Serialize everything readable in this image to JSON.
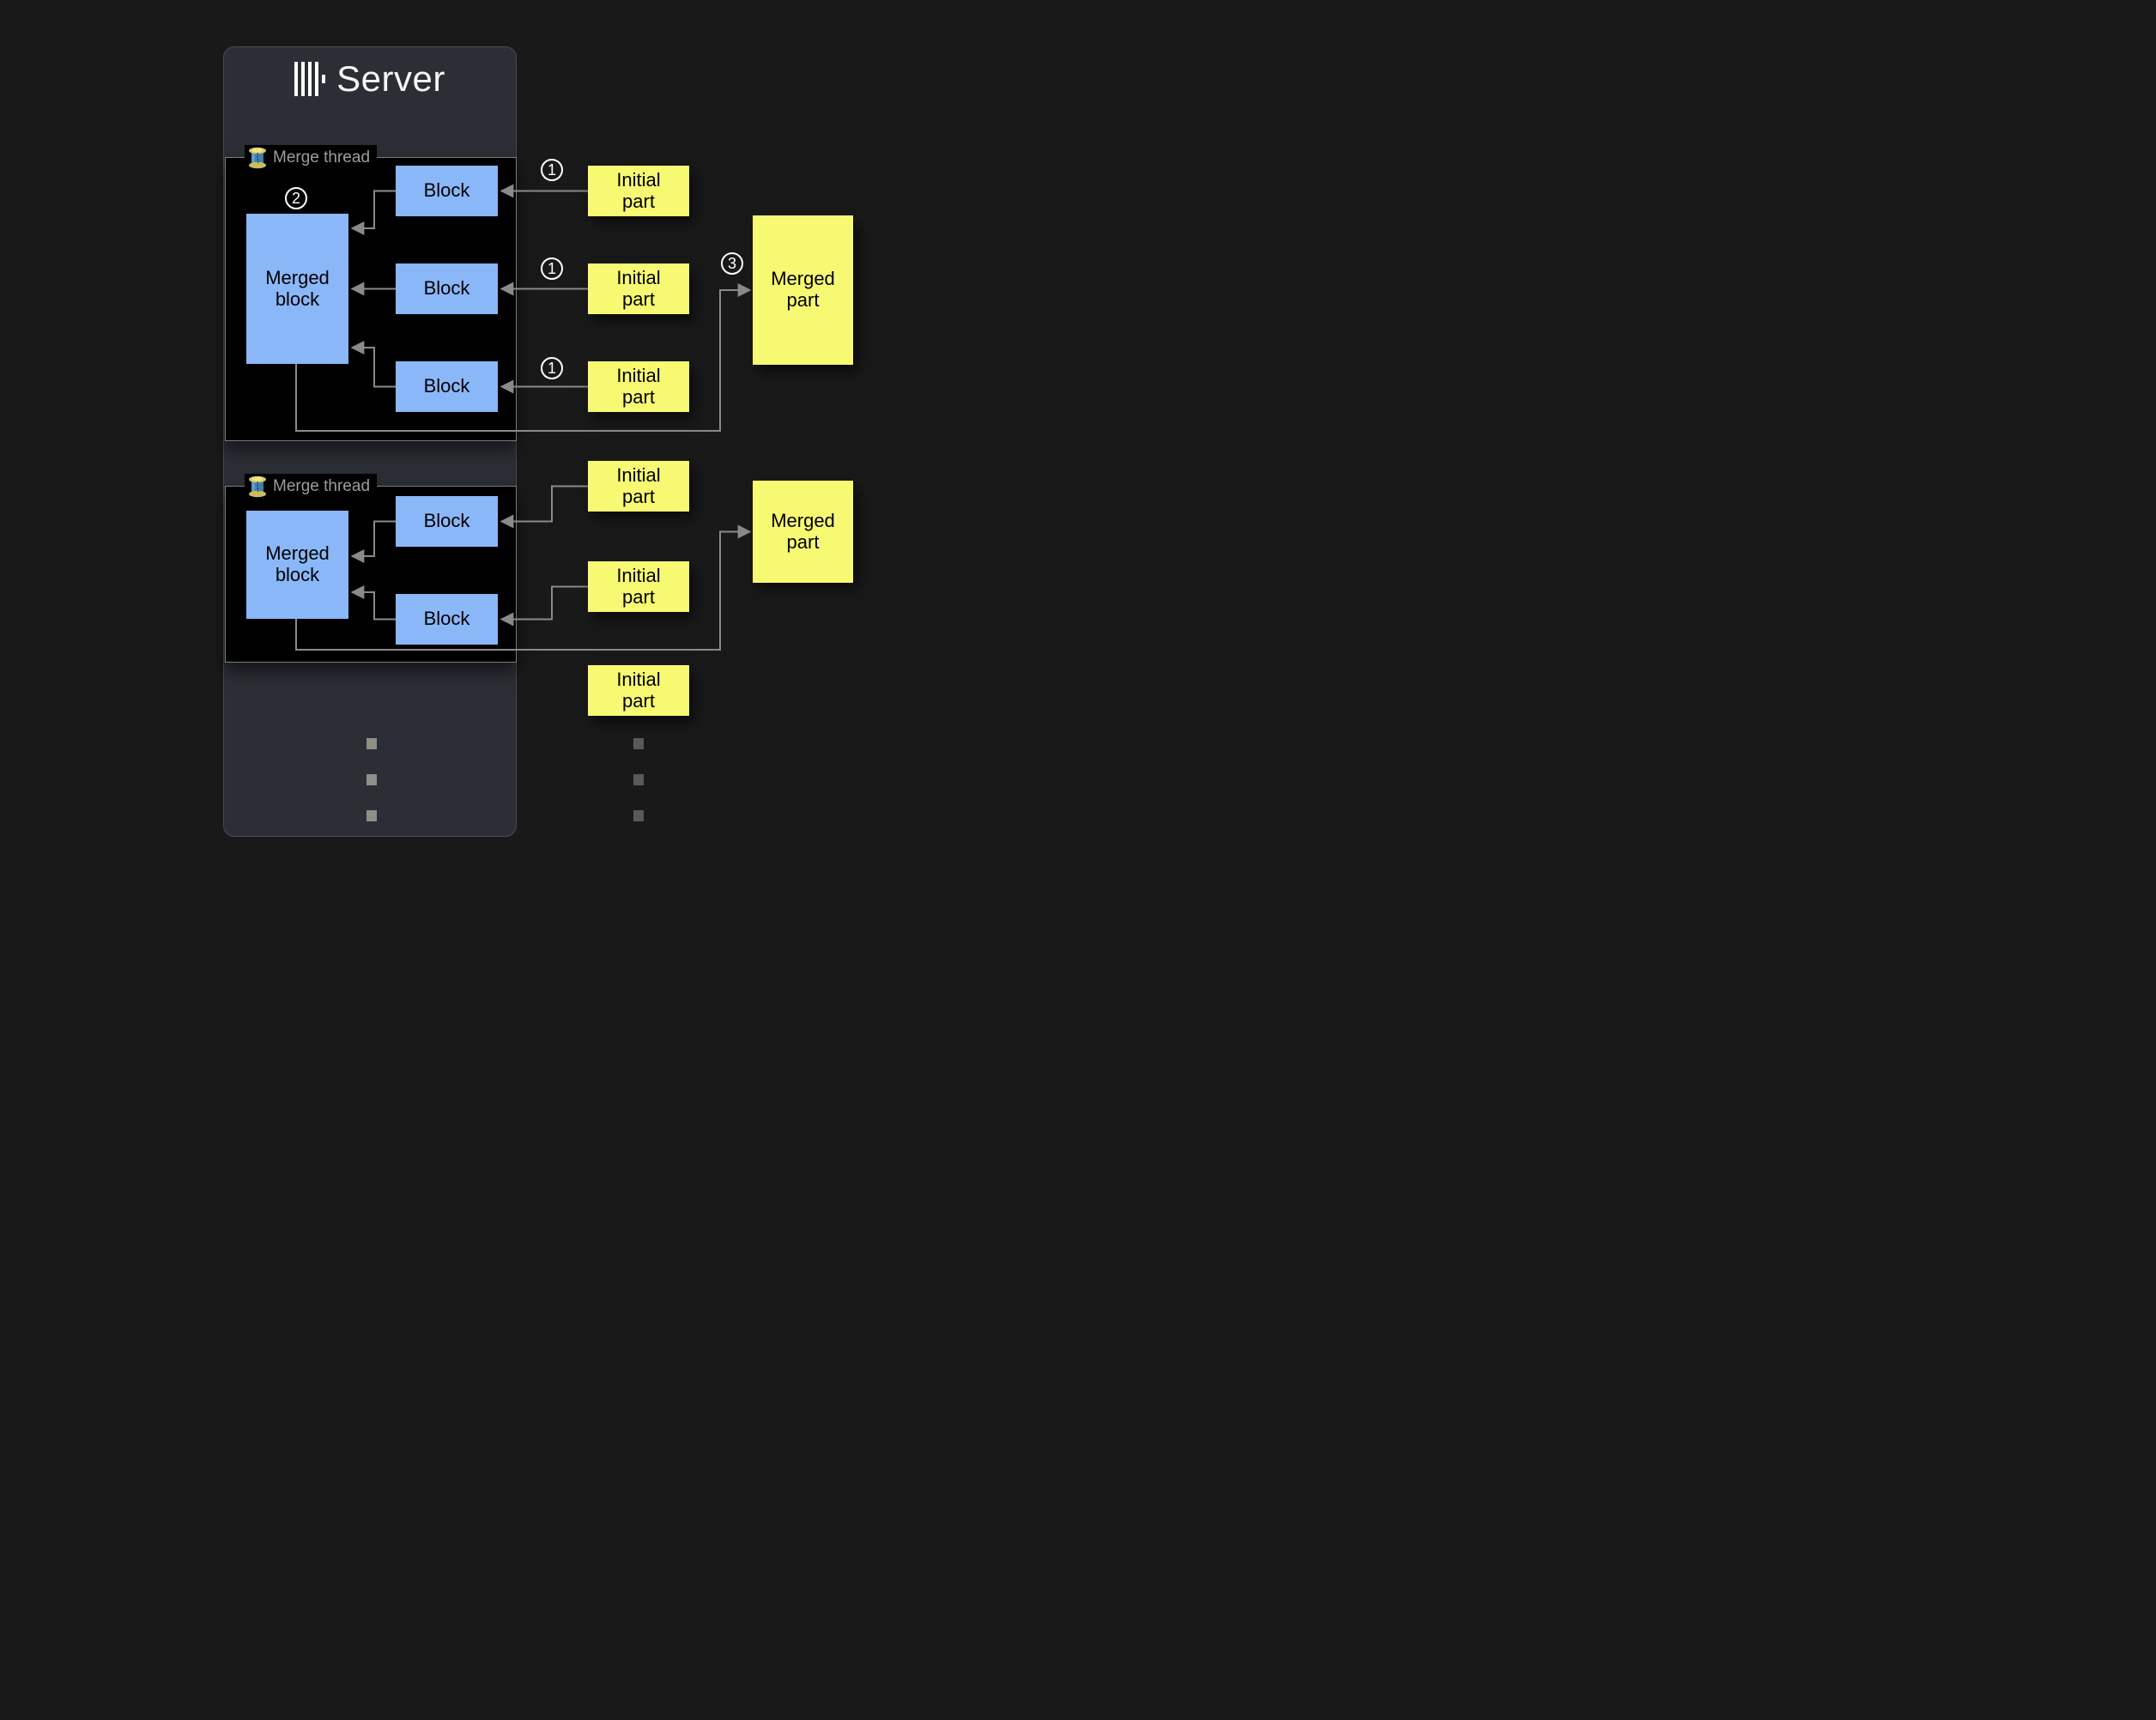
{
  "colors": {
    "page_bg": "#191919",
    "card_bg": "#2b2e35",
    "card_border": "#474b52",
    "thread_box_bg": "#000000",
    "thread_box_border": "#7d7d7d",
    "thread_label": "#9c9c9c",
    "block_fill": "#8ab7f7",
    "part_fill": "#f8f973",
    "connector": "#8a8a8a",
    "badge": "#ffffff",
    "server_dots": "#8f8f87",
    "parts_dots": "#595959",
    "box_text": "#000000",
    "title_text": "#f5f5f5"
  },
  "server": {
    "title": "Server",
    "logo_icon": "clickhouse-logo",
    "threads": [
      {
        "label": "Merge thread",
        "icon": "thread-spool",
        "merged_block_label": "Merged block",
        "block_labels": [
          "Block",
          "Block",
          "Block"
        ],
        "step_badge": "2"
      },
      {
        "label": "Merge thread",
        "icon": "thread-spool",
        "merged_block_label": "Merged block",
        "block_labels": [
          "Block",
          "Block"
        ]
      }
    ],
    "continuation_dots": 3
  },
  "storage": {
    "initial_parts": [
      "Initial part",
      "Initial part",
      "Initial part",
      "Initial part",
      "Initial part",
      "Initial part"
    ],
    "merged_parts": [
      "Merged part",
      "Merged part"
    ],
    "insert_badges": [
      "1",
      "1",
      "1"
    ],
    "merge_result_badge": "3",
    "continuation_dots": 3
  }
}
